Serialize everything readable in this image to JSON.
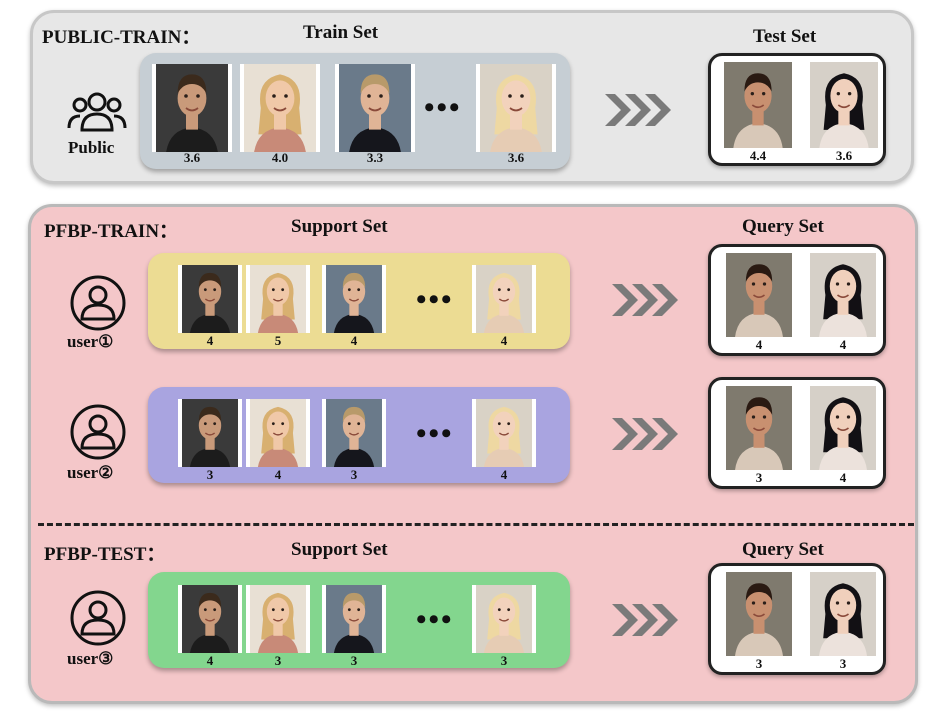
{
  "public_train": {
    "label": "PUBLIC-TRAIN：",
    "train_title": "Train Set",
    "test_title": "Test Set",
    "public_label": "Public",
    "train_scores": [
      "3.6",
      "4.0",
      "3.3",
      "3.6"
    ],
    "test_scores": [
      "4.4",
      "3.6"
    ]
  },
  "pfbp_train": {
    "label": "PFBP-TRAIN：",
    "support_title": "Support Set",
    "query_title": "Query Set",
    "users": [
      {
        "label": "user①",
        "support_scores": [
          "4",
          "5",
          "4",
          "4"
        ],
        "query_scores": [
          "4",
          "4"
        ]
      },
      {
        "label": "user②",
        "support_scores": [
          "3",
          "4",
          "3",
          "4"
        ],
        "query_scores": [
          "3",
          "4"
        ]
      }
    ]
  },
  "pfbp_test": {
    "label": "PFBP-TEST：",
    "support_title": "Support Set",
    "query_title": "Query Set",
    "user": {
      "label": "user③",
      "support_scores": [
        "4",
        "3",
        "3",
        "3"
      ],
      "query_scores": [
        "3",
        "3"
      ]
    }
  },
  "ellipsis": "•••",
  "colors": {
    "public_panel": "#e7e7e7",
    "pfbp_panel": "#f4c7c9",
    "tray_gray": "#c6ced4",
    "tray_yellow": "#ecdc93",
    "tray_purple": "#a9a4e0",
    "tray_green": "#83d68e",
    "arrow": "#7a7a7a"
  },
  "icons": [
    "people-group-icon",
    "user-circle-icon",
    "chevron-arrows-icon",
    "face-photo-icon"
  ]
}
